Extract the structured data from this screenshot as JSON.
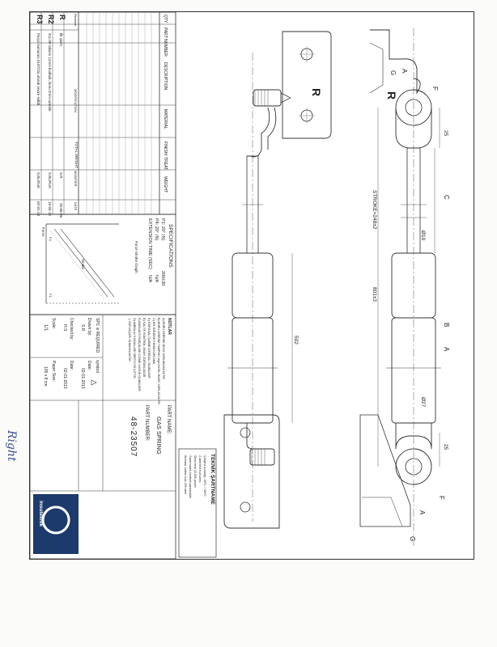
{
  "doc_type": "technical drawing",
  "title_block": {
    "part_name_label": "PART NAME:",
    "part_name": "GAS SPRING",
    "part_number_label": "PART NUMBER:",
    "part_number": "48-23507",
    "company": "insutekni̇k",
    "drawn_by_label": "Drawn by:",
    "drawn_by": "S.R",
    "drawn_date_label": "Date:",
    "drawn_date": "02-01-2013",
    "checked_by_label": "Checked by:",
    "checked_by": "H.S",
    "checked_date_label": "Date:",
    "checked_date": "02-01-2013",
    "scale_label": "Scale:",
    "scale": "1/1",
    "paper_size_label": "Paper Size:",
    "paper_size": "105 x 8 cm",
    "spc_label": "SPC is REQUIRED",
    "spc_symbol_label": "symbol"
  },
  "revision_table": {
    "header": [
      "Revision",
      "MODIFICATION",
      "MODIFIER",
      "DATE"
    ],
    "rows": [
      {
        "rev": "R",
        "mod": "İlk çizim",
        "by": "S.R",
        "date": "25-05-09"
      },
      {
        "rev": "R2",
        "mod": "411.00 rakamı 11mm kodladı, Boru 2mm uzatıldı",
        "by": "S.BURUK",
        "date": "15-04-12"
      },
      {
        "rev": "R3",
        "mod": "Parça numarası 610722a olarak revize edildi",
        "by": "S.BURUK",
        "date": "02-01-13"
      }
    ]
  },
  "parts_table": {
    "header": [
      "QTY",
      "PART NUMBER",
      "DESCRIPTION",
      "MATERIAL",
      "FINISH/ TREAT.",
      "WEIGHT"
    ],
    "total_weight_label": "TOTAL WEIGHT"
  },
  "specifications": {
    "title": "SPECIFICATIONS",
    "p1_label": "P1: 20° (N)",
    "p1_value": "200±30",
    "p4_label": "P4: 20° (N)",
    "p4_value": "N/A",
    "ext_label": "EXTENSION TIME (SEC)",
    "ext_value": "N/A",
    "graph_caption": "Force-Stroke Graph",
    "graph_force": "Force",
    "graph_stroke": "Stroke",
    "graph_fa": "F4",
    "graph_fb": "F1"
  },
  "notes": {
    "title": "NOTLAR",
    "lines": [
      "A) BORU ÜZERİNE BOYA YAPILMAYACAKTIR",
      "B) BORU ÜZERİNE TAMPON veya İNCELİ BASKI YAPILACAKTIR",
      "C) MİL ÜZERİNE KROM KAPLAMA",
      "D) KİMYASAL İŞLEME DİRENÇLİ OLMALIDIR",
      "E) KALİTE KONTROL ONAYI ZORUNLUDUR",
      "F) BAĞLANTI PARÇALARI ÇİZİME UYGUN OLMALIDIR",
      "G) AMBALAJ KOŞULLARI ÜRETİCİYE AİTTİR",
      "-) YAĞ KAÇAĞI OLMAYACAKTIR"
    ]
  },
  "teknik": {
    "title": "TEKNİK ŞARTNAME",
    "lines": [
      "· Çalışma sıcaklığı -30°C / +80°C",
      "· 2 adet test numunesi",
      "· Ömür testi 20.000 çevrim",
      "· Sızdırmazlık kontrolü yapılacaktır",
      "· Ambalaj: karton kutu 200 adet"
    ]
  },
  "dimensions": {
    "stroke": "STROKE=248±2",
    "length": "801±3",
    "body": "502",
    "rod_dia": "Ø10",
    "tube_dia": "Ø27",
    "fork": "25",
    "fork2": "25",
    "view_r": "R",
    "view_r2": "R"
  },
  "callouts": [
    "A",
    "B",
    "C",
    "F",
    "G",
    "A",
    "F",
    "G",
    "A"
  ],
  "margin_note": "Right"
}
